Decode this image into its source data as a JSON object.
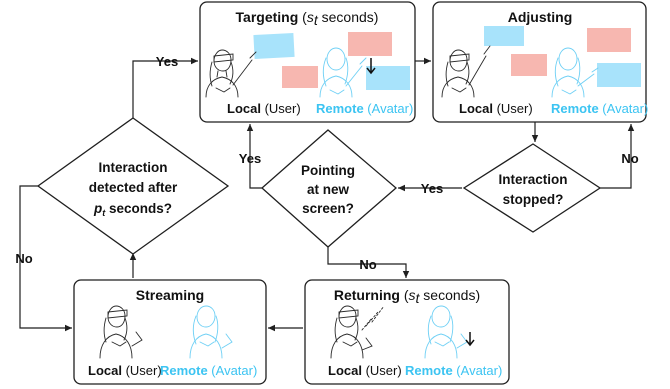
{
  "colors": {
    "remote": "#3cc4f2",
    "screen_blue": "#a8e3fb",
    "screen_red": "#f7b7b0",
    "line": "#1f1f1f"
  },
  "states": {
    "targeting": {
      "title": "Targeting",
      "title_suffix_open": " (",
      "title_var": "s",
      "title_var_sub": "t",
      "title_suffix_close": " seconds)"
    },
    "adjusting": {
      "title": "Adjusting"
    },
    "streaming": {
      "title": "Streaming"
    },
    "returning": {
      "title": "Returning",
      "title_suffix_open": " (",
      "title_var": "s",
      "title_var_sub": "t",
      "title_suffix_close": " seconds)"
    }
  },
  "captions": {
    "local_bold": "Local",
    "local_rest": " (User)",
    "remote_bold": "Remote",
    "remote_rest": " (Avatar)"
  },
  "decisions": {
    "interaction_detected": {
      "line1": "Interaction",
      "line2": "detected after",
      "line3_var": "p",
      "line3_sub": "t",
      "line3_rest": " seconds?"
    },
    "pointing": {
      "line1": "Pointing",
      "line2": "at new",
      "line3": "screen?"
    },
    "stopped": {
      "line1": "Interaction",
      "line2": "stopped?"
    }
  },
  "edge_labels": {
    "yes": "Yes",
    "no": "No"
  }
}
